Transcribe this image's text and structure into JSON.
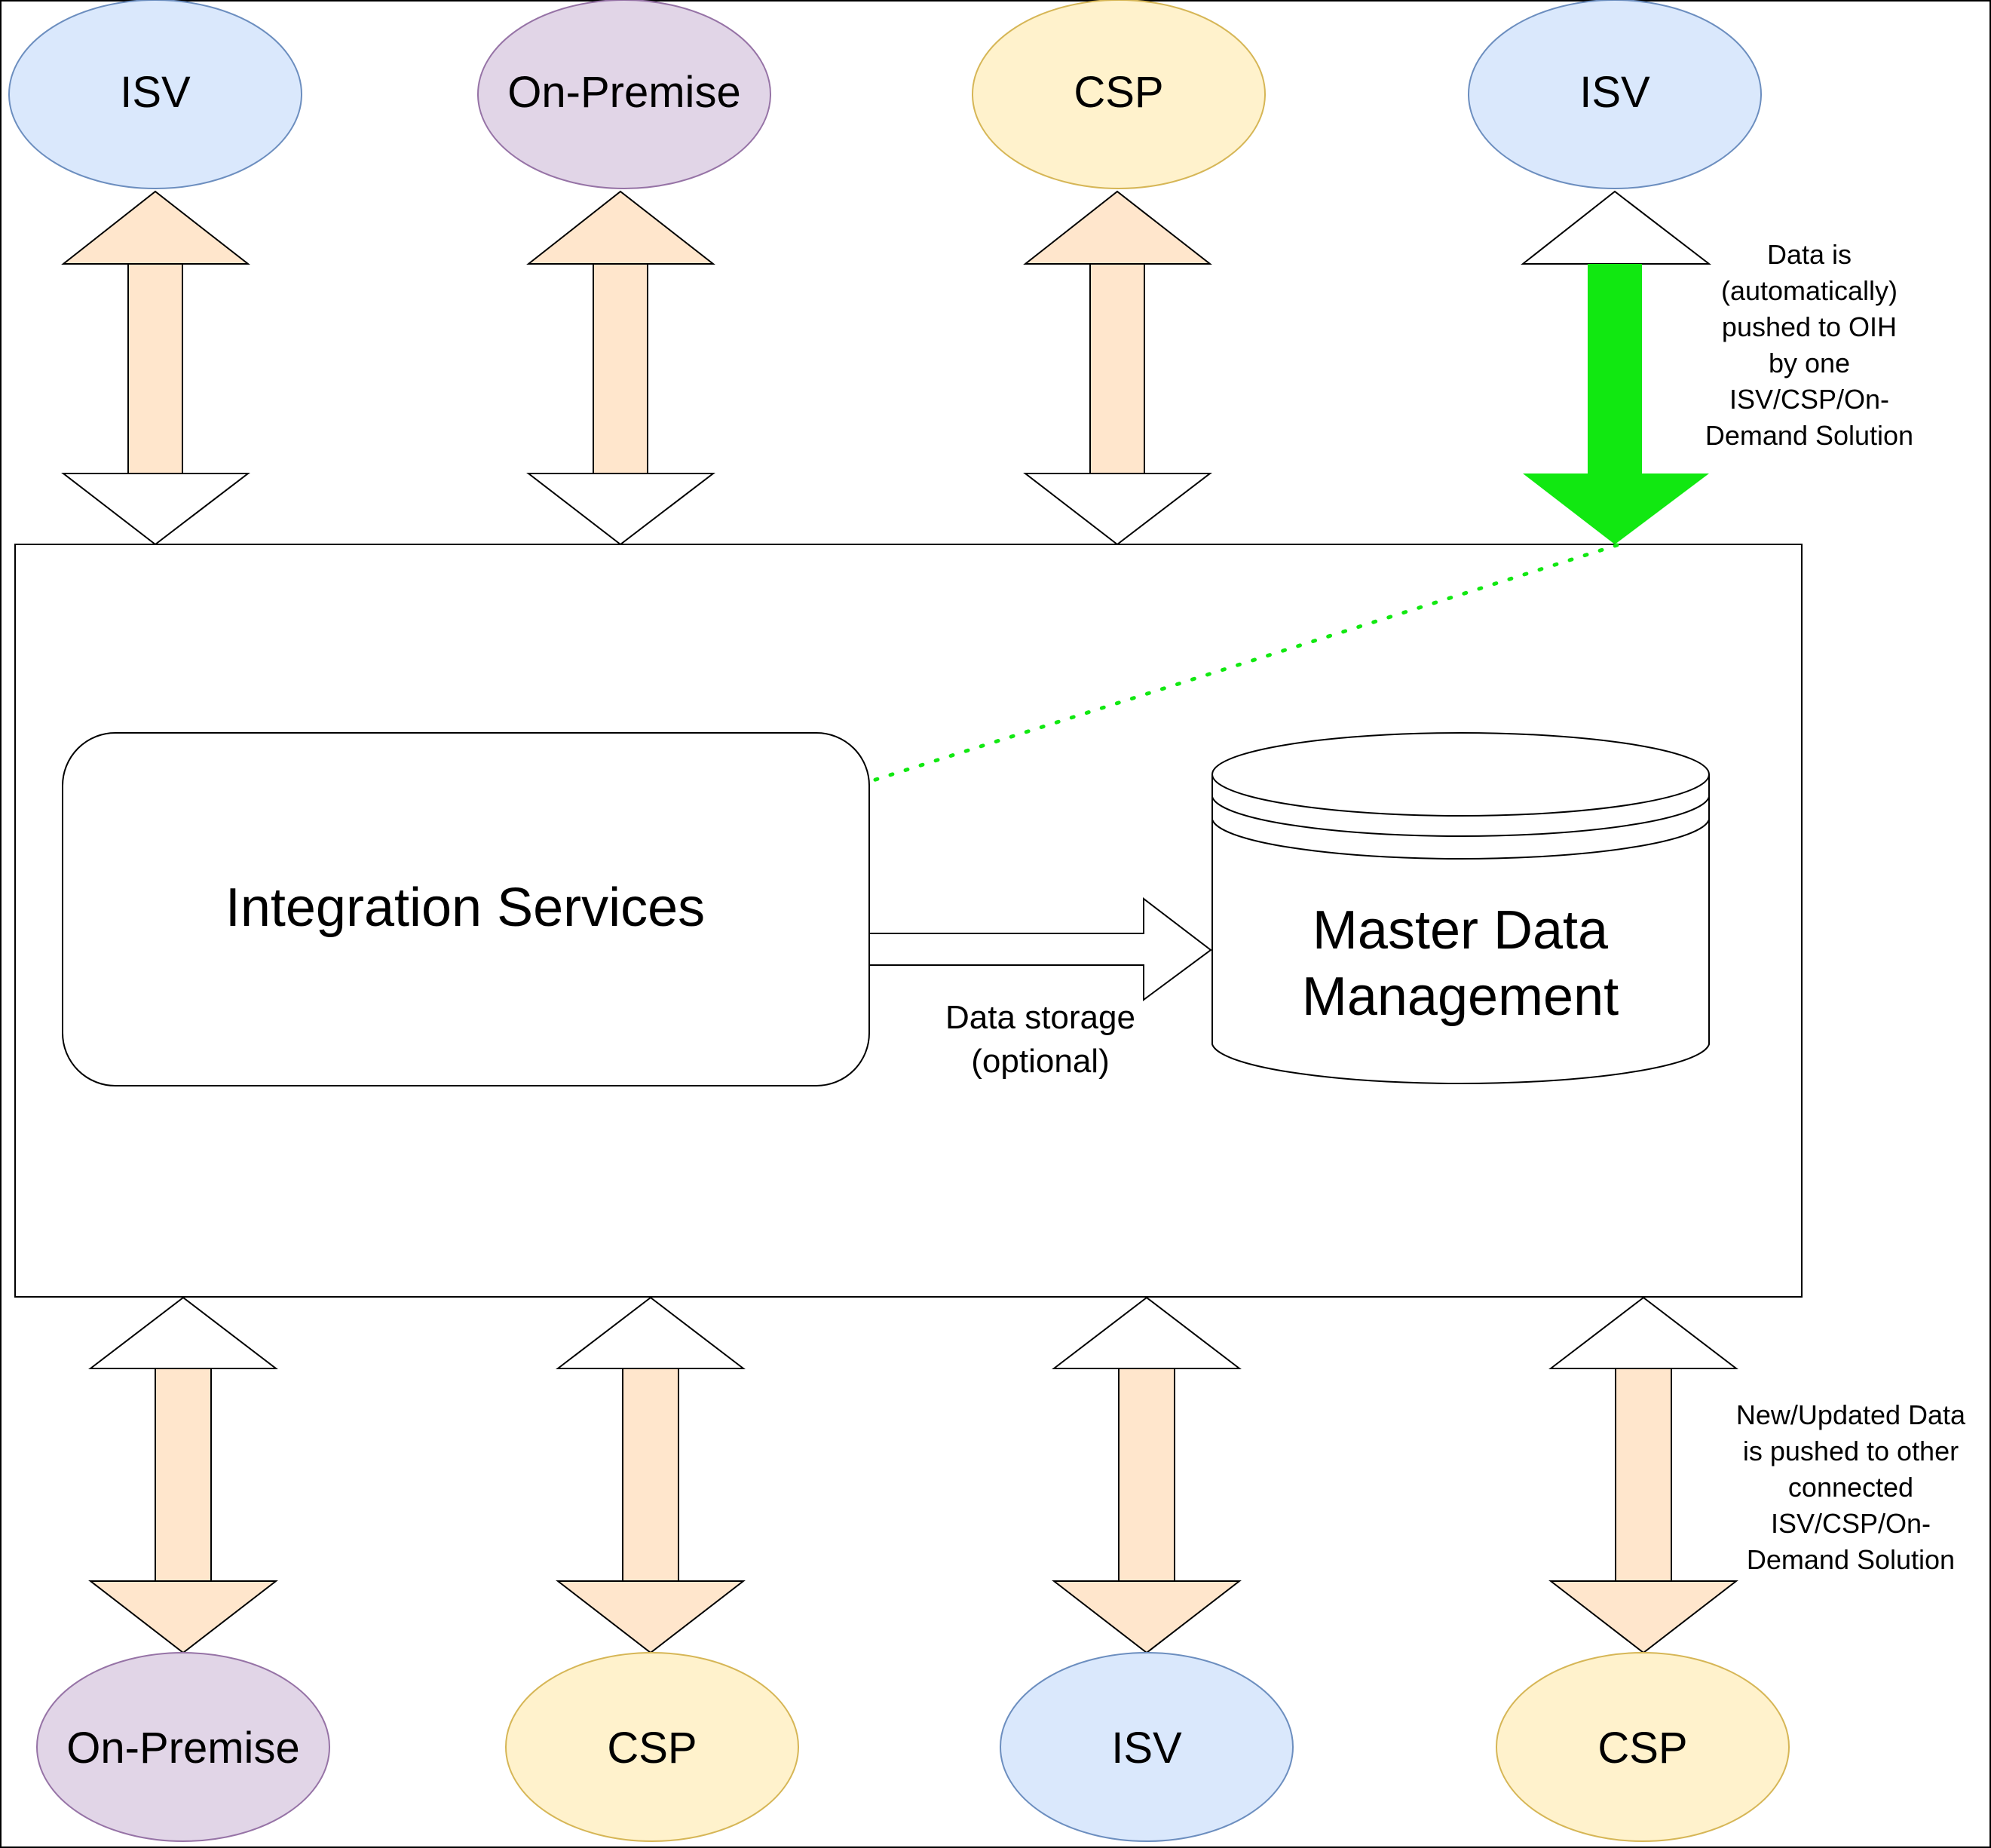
{
  "top_nodes": [
    {
      "label": "ISV",
      "kind": "isv"
    },
    {
      "label": "On-Premise",
      "kind": "onprem"
    },
    {
      "label": "CSP",
      "kind": "csp"
    },
    {
      "label": "ISV",
      "kind": "isv"
    }
  ],
  "bottom_nodes": [
    {
      "label": "On-Premise",
      "kind": "onprem"
    },
    {
      "label": "CSP",
      "kind": "csp"
    },
    {
      "label": "ISV",
      "kind": "isv"
    },
    {
      "label": "CSP",
      "kind": "csp"
    }
  ],
  "hub": {
    "integration_services": "Integration Services",
    "master_data_line1": "Master Data",
    "master_data_line2": "Management",
    "storage_label_line1": "Data storage",
    "storage_label_line2": "(optional)"
  },
  "annotations": {
    "top_right": [
      "Data is",
      "(automatically)",
      "pushed to OIH",
      "by one",
      "ISV/CSP/On-",
      "Demand Solution"
    ],
    "bottom_right": [
      "New/Updated Data",
      "is pushed to other",
      "connected",
      "ISV/CSP/On-",
      "Demand Solution"
    ]
  },
  "colors": {
    "isv_fill": "#dae8fc",
    "isv_stroke": "#6c8ebf",
    "onprem_fill": "#e1d5e7",
    "onprem_stroke": "#9673a6",
    "csp_fill": "#fff2cc",
    "csp_stroke": "#d6b656",
    "arrow_peach": "#ffe6cc",
    "arrow_green": "#11e811",
    "dotted_line": "#11e811"
  }
}
